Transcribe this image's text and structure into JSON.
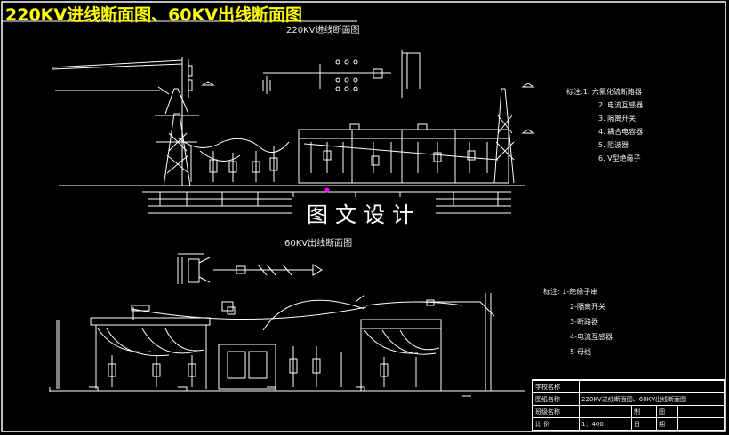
{
  "main_title": "220KV进线断面图、60KV出线断面图",
  "section_220_title": "220KV进线断面图",
  "section_60_title": "60KV出线断面图",
  "watermark": "图文设计",
  "legend_220": {
    "items": [
      "标注:1. 六氟化硫断路器",
      "2.   电流互感器",
      "3.   隔离开关",
      "4.   耦合电容器",
      "5.   阻波器",
      "6.   V型绝缘子"
    ]
  },
  "legend_60": {
    "items": [
      "标注: 1-绝缘子串",
      "2-隔离开关",
      "3-断路器",
      "4-电流互感器",
      "5-母线"
    ]
  },
  "title_block": {
    "row1_label": "学校名称",
    "row2_label": "图纸名称",
    "row2_value": "220KV进线断面图、60KV出线断面图",
    "row3_label": "班级名称",
    "row3_mid": "制",
    "row3_right": "图",
    "row4_label": "比     例",
    "row4_value": "1：400",
    "row4_mid": "日",
    "row4_right": "期"
  },
  "colors": {
    "background": "#000000",
    "title": "#ffff00",
    "lines": "#ffffff",
    "highlight": "#ff00ff"
  }
}
